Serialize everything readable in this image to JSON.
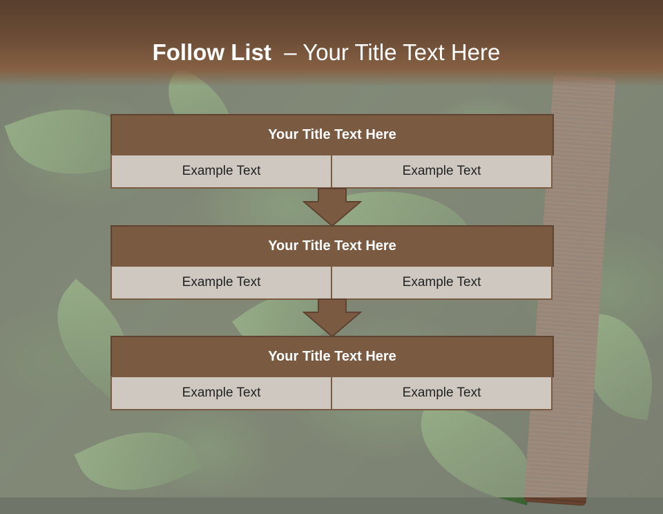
{
  "slide": {
    "title_bold": "Follow List",
    "title_rest": "– Your Title Text Here"
  },
  "blocks": [
    {
      "title": "Your Title Text Here",
      "left": "Example Text",
      "right": "Example Text"
    },
    {
      "title": "Your Title Text Here",
      "left": "Example Text",
      "right": "Example Text"
    },
    {
      "title": "Your Title Text Here",
      "left": "Example Text",
      "right": "Example Text"
    }
  ],
  "colors": {
    "header_brown": "#7a5a41",
    "cell_fill": "#cfc8c1",
    "title_band": "#6c4d36"
  }
}
